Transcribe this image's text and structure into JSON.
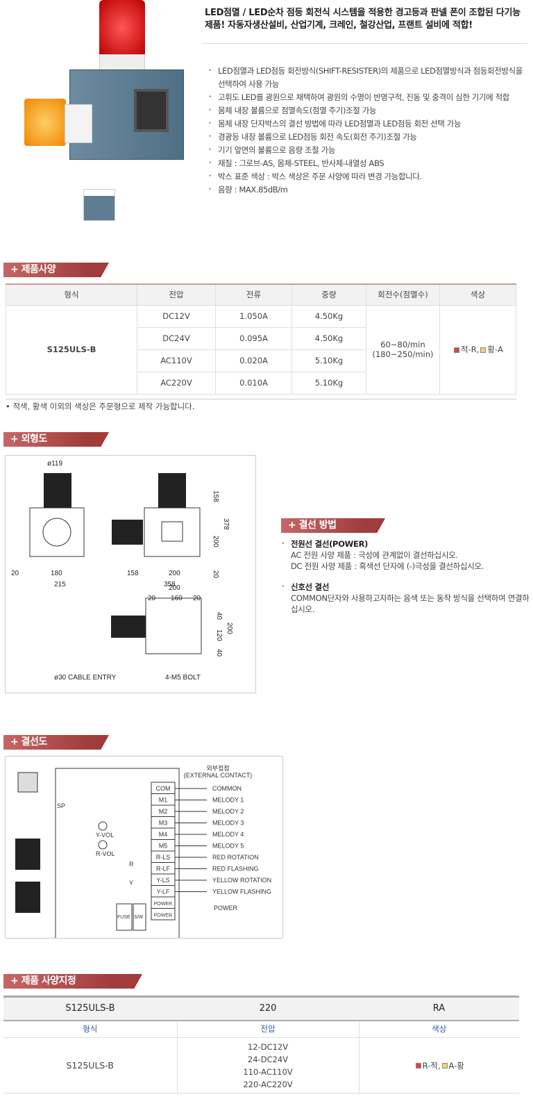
{
  "headline": "LED점멸 / LED순차 점등 회전식 시스템을 적용한 경고등과 판넬 폰이 조합된 다기능 제품! 자동자생산설비, 산업기계, 크레인, 철강산업, 프랜트 설비에 적합!",
  "features": [
    "LED점멸과 LED점등 회전방식(SHIFT-RESISTER)의 제품으로 LED점멸방식과 점등회전방식을 선택하여 사용 가능",
    "고휘도 LED를 광원으로 채택하여 광원의 수명이 반영구적, 진동 및 충격이 심한 기기에 적합",
    "몸체 내장 볼륨으로 점멸속도(점멸 주기)조절 가능",
    "몸체 내장 단자박스의 결선 방법에 따라 LED점멸과 LED점등 회전 선택 가능",
    "경광등 내장 볼륨으로 LED점등 회전 속도(회전 주기)조절 가능",
    "기기 앞면의 볼륨으로 음량 조절 가능",
    "재질 : 그로브-AS, 몸체-STEEL, 반사체-내열성 ABS",
    "박스 표준 색상 : 박스 색상은 주문 사양에 따라 변경 가능합니다.",
    "음량 : MAX.85dB/m"
  ],
  "sections": {
    "spec": "+  제품사양",
    "outline": "+  외형도",
    "wiring_method": "+  결선 방법",
    "wiring": "+  결선도",
    "order": "+  제품 사양지정"
  },
  "spec_table": {
    "headers": [
      "형식",
      "전압",
      "전류",
      "중량",
      "회전수(점멸수)",
      "색상"
    ],
    "model": "S125ULS-B",
    "rows": [
      [
        "DC12V",
        "1.050A",
        "4.50Kg"
      ],
      [
        "DC24V",
        "0.095A",
        "4.50Kg"
      ],
      [
        "AC110V",
        "0.020A",
        "5.10Kg"
      ],
      [
        "AC220V",
        "0.010A",
        "5.10Kg"
      ]
    ],
    "rotation": "60~80/min",
    "flashing": "(180~250/min)",
    "color_red": "적-R,",
    "color_yellow": "황-A"
  },
  "spec_note": "적색, 황색 이외의 색상은 주문형으로 제작 가능합니다.",
  "colors": {
    "red": "#e04040",
    "yellow": "#f0d070",
    "accent": "#a13c3c",
    "blue_label": "#2a5aa8"
  },
  "dimensions": [
    "ø119",
    "158",
    "378",
    "200",
    "20",
    "180",
    "215",
    "158",
    "200",
    "358",
    "20",
    "200",
    "160",
    "20",
    "20",
    "40",
    "120",
    "200",
    "40",
    "ø30 CABLE ENTRY",
    "4-M5 BOLT"
  ],
  "wiring_method": {
    "power_title": "전원선 결선(POWER)",
    "power_ac": "AC 전원 사양 제품 : 극성에 관계없이 결선하십시오.",
    "power_dc": "DC 전원 사양 제품 : 흑색선 단자에 (-)극성을 결선하십시오.",
    "signal_title": "신호선 결선",
    "signal_text": "COMMON단자와 사용하고자하는 음색 또는 동작 방식을 선택하여 연결하십시오."
  },
  "wiring": {
    "ext_title": "외부접점",
    "ext_sub": "(EXTERNAL CONTACT)",
    "terminals": [
      "COM",
      "M1",
      "M2",
      "M3",
      "M4",
      "M5",
      "R-LS",
      "R-LF",
      "Y-LS",
      "Y-LF",
      "POWER",
      "POWER"
    ],
    "contacts": [
      "COMMON",
      "MELODY 1",
      "MELODY 2",
      "MELODY 3",
      "MELODY 4",
      "MELODY 5",
      "RED ROTATION",
      "RED FLASHING",
      "YELLOW ROTATION",
      "YELLOW FLASHING"
    ],
    "power": "POWER",
    "sp": "SP",
    "yvol": "Y-VOL",
    "rvol": "R-VOL",
    "r": "R",
    "y": "Y",
    "fuse": "FUSE",
    "sw": "S/W"
  },
  "order_table": {
    "top": [
      "S125ULS-B",
      "220",
      "RA"
    ],
    "labels": [
      "형식",
      "전압",
      "색상"
    ],
    "model": "S125ULS-B",
    "voltages": [
      "12-DC12V",
      "24-DC24V",
      "110-AC110V",
      "220-AC220V"
    ],
    "color_r": "R-적,",
    "color_a": "A-황"
  }
}
